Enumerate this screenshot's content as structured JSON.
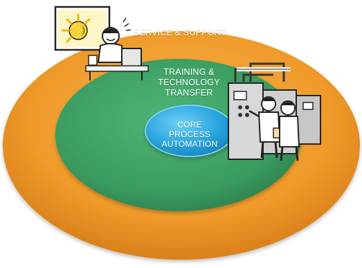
{
  "diagram": {
    "outer_ring": {
      "label": "SERVICE & SUPPORT",
      "color": "#ef9a2a"
    },
    "middle_ring": {
      "label": "TRAINING &\nTECHNOLOGY\nTRANSFER",
      "color": "#3a9a5f"
    },
    "core": {
      "label": "CORE\nPROCESS\nAUTOMATION",
      "color": "#2aa6df"
    },
    "illustrations": {
      "support_agent": "support-agent-illustration",
      "engineers": "engineers-at-control-panel-illustration"
    }
  }
}
